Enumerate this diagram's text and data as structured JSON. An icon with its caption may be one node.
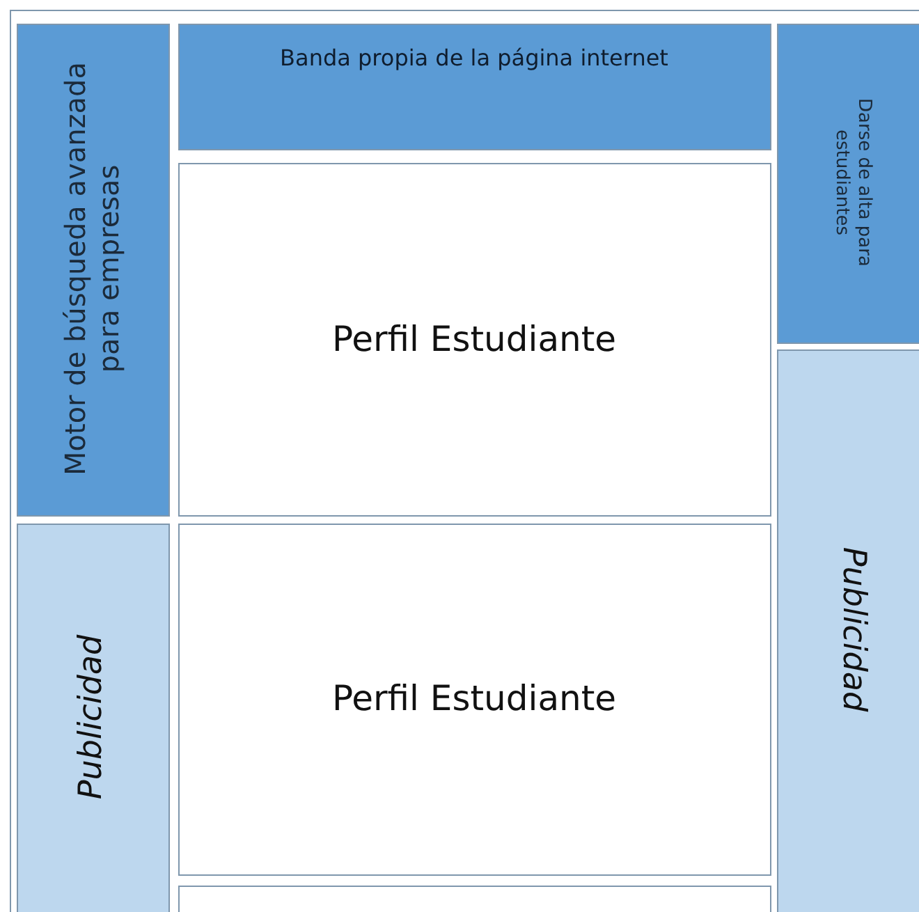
{
  "diagram": {
    "nodes": [
      {
        "text": [],
        "shape": "box"
      },
      {
        "text": [
          "Motor de búsqueda avanzada para empresas"
        ],
        "in": 0
      },
      {
        "text": [
          "Banda propia de la página internet"
        ],
        "in": 0
      },
      {
        "text": [
          "Darse de alta para estudiantes"
        ],
        "in": 0
      },
      {
        "text": [
          "Perfil Estudiante"
        ],
        "in": 0
      },
      {
        "text": [
          "Publicidad"
        ],
        "in": 0
      },
      {
        "text": [
          "Perfil Estudiante"
        ],
        "in": 0
      },
      {
        "text": [
          "Publicidad"
        ],
        "in": 0
      },
      {
        "text": [],
        "shape": "box",
        "in": 0
      }
    ]
  }
}
